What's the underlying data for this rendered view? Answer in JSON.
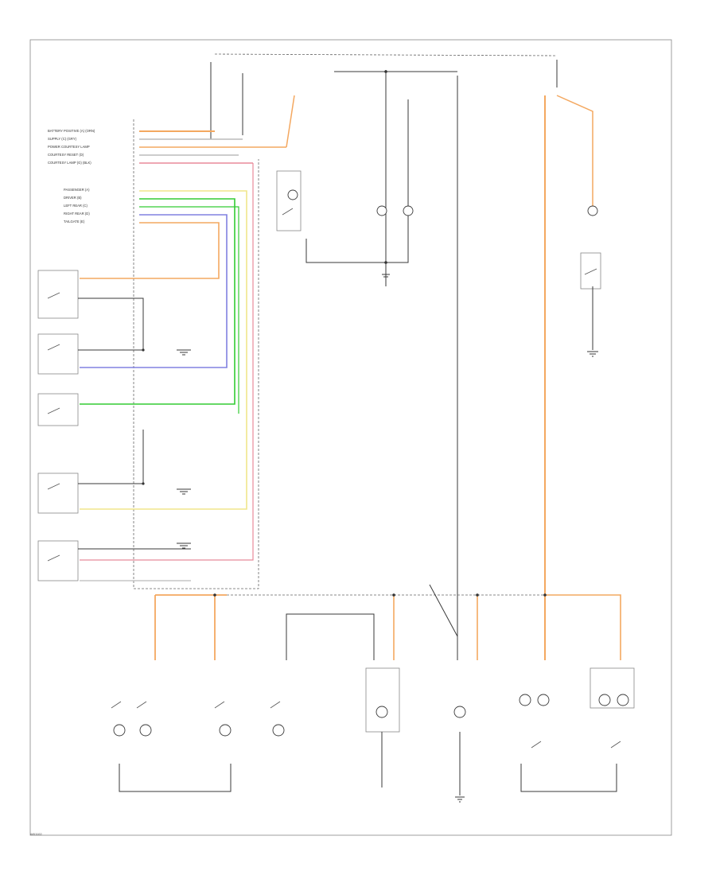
{
  "connector_wire_labels": [
    "BATTERY POSITIVE (A) (ORN)",
    "SUPPLY (C) (GRY)",
    "POWER COURTESY LAMP",
    "COURTESY RESET (D)",
    "COURTESY LAMP (G) (BLK)",
    "PASSENGER (A)",
    "DRIVER (B)",
    "LEFT REAR (C)",
    "RIGHT REAR (D)",
    "TAILGATE (E)"
  ],
  "wire_colors": {
    "orange": "#f4a860",
    "yellow": "#f0e68c",
    "green": "#33cc33",
    "blue": "#8080e0",
    "pink": "#e88a9a",
    "grey": "#bbbbbb"
  },
  "footer_code": "W01102"
}
